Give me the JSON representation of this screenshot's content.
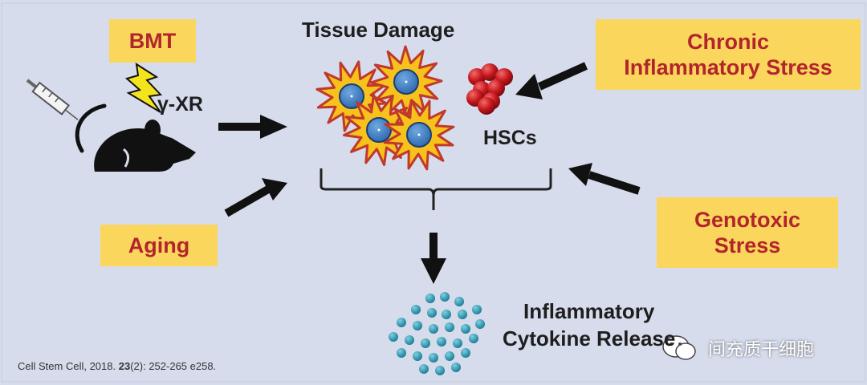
{
  "boxes": {
    "bmt": "BMT",
    "chronic_line1": "Chronic",
    "chronic_line2": "Inflammatory Stress",
    "aging": "Aging",
    "genotoxic_line1": "Genotoxic",
    "genotoxic_line2": "Stress"
  },
  "labels": {
    "tissue_damage": "Tissue Damage",
    "gamma_xr": "γ-XR",
    "hscs": "HSCs",
    "cytokine_line1": "Inflammatory",
    "cytokine_line2": "Cytokine Release"
  },
  "citation": {
    "prefix": "Cell Stem Cell, 2018. ",
    "volume": "23",
    "rest": "(2): 252-265 e258."
  },
  "watermark": "间充质干细胞",
  "colors": {
    "background": "#d6dcec",
    "box_fill": "#fbd65c",
    "box_text": "#b2252c",
    "starburst": "#f7c21b",
    "cell_blue": "#3f7fc6",
    "hsc_red": "#c4161c",
    "cytokine": "#2b9bb3"
  }
}
